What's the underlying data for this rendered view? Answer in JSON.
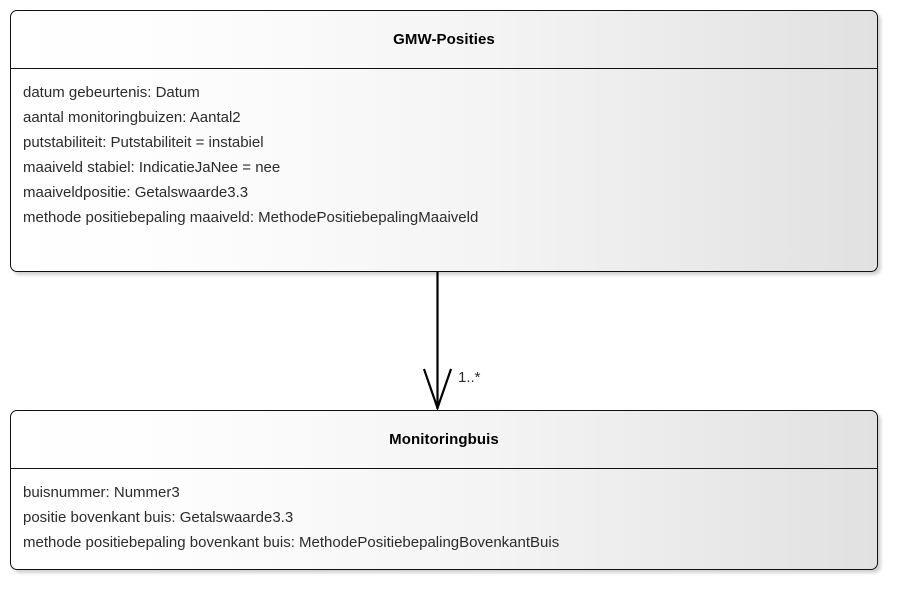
{
  "diagram": {
    "type": "uml-class-diagram",
    "background_color": "#ffffff",
    "classes": [
      {
        "name": "GMW-Posities",
        "attributes": [
          "datum gebeurtenis: Datum",
          "aantal monitoringbuizen: Aantal2",
          "putstabiliteit: Putstabiliteit = instabiel",
          "maaiveld stabiel: IndicatieJaNee = nee",
          "maaiveldpositie: Getalswaarde3.3",
          "methode positiebepaling maaiveld: MethodePositiebepalingMaaiveld"
        ]
      },
      {
        "name": "Monitoringbuis",
        "attributes": [
          "buisnummer: Nummer3",
          "positie bovenkant buis: Getalswaarde3.3",
          "methode positiebepaling bovenkant buis: MethodePositiebepalingBovenkantBuis"
        ]
      }
    ],
    "relationship": {
      "kind": "association",
      "arrow": "open-arrowhead",
      "source": "GMW-Posities",
      "target": "Monitoringbuis",
      "target_multiplicity": "1..*",
      "line_color": "#000000"
    },
    "style": {
      "border_color": "#101010",
      "fill_gradient_start": "#ffffff",
      "fill_gradient_end": "#e1e1e1",
      "text_color": "#2b2b2b",
      "title_color": "#000000"
    }
  }
}
